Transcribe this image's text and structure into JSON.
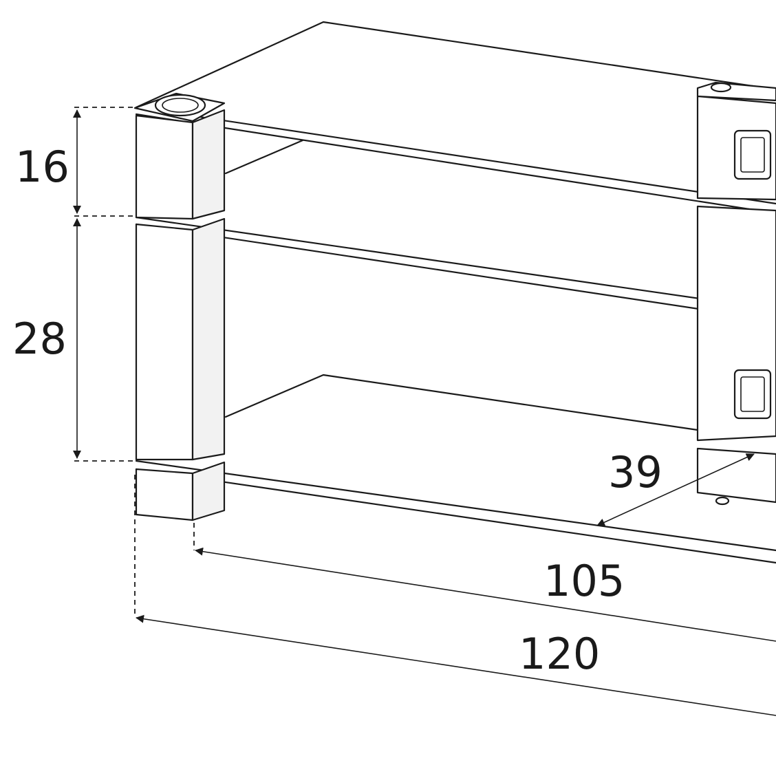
{
  "dimensions": {
    "shelf_gap_top": "16",
    "shelf_gap_bottom": "28",
    "depth": "39",
    "inner_width": "105",
    "overall_width": "120"
  }
}
